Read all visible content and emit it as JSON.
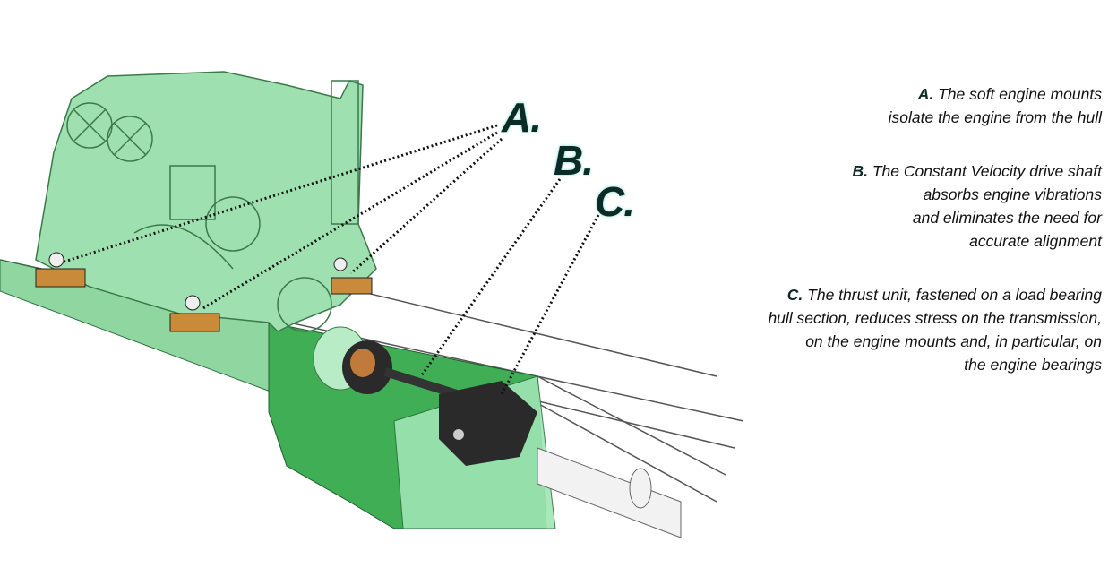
{
  "callouts": {
    "a": "A.",
    "b": "B.",
    "c": "C."
  },
  "descriptions": [
    {
      "letter": "A.",
      "lines": [
        "The soft engine mounts",
        "isolate the engine from the hull"
      ]
    },
    {
      "letter": "B.",
      "lines": [
        "The Constant Velocity drive shaft",
        "absorbs engine vibrations",
        "and eliminates the need for",
        "accurate alignment"
      ]
    },
    {
      "letter": "C.",
      "lines": [
        "The thrust unit, fastened on a load bearing",
        "hull section, reduces stress on the transmission,",
        "on the engine mounts and, in particular, on",
        "the engine bearings"
      ]
    }
  ],
  "colors": {
    "engine": "#9fe0b0",
    "hull": "#3fae55",
    "mount": "#c98a3a",
    "label": "#0c2a26"
  }
}
